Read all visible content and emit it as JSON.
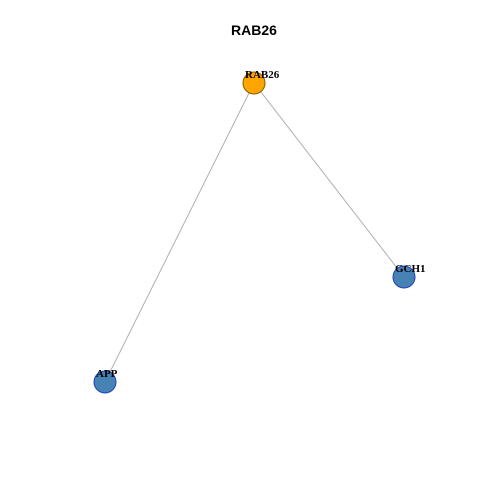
{
  "title": "RAB26",
  "graph": {
    "nodes": [
      {
        "id": "RAB26",
        "label": "RAB26",
        "color": "#FFA500",
        "stroke": "#8B5A00",
        "role": "center"
      },
      {
        "id": "GCH1",
        "label": "GCH1",
        "color": "#4682B4",
        "stroke": "#1E3FC0",
        "role": "neighbor"
      },
      {
        "id": "APP",
        "label": "APP",
        "color": "#4682B4",
        "stroke": "#1E3FC0",
        "role": "neighbor"
      }
    ],
    "edges": [
      {
        "source": "RAB26",
        "target": "GCH1"
      },
      {
        "source": "RAB26",
        "target": "APP"
      }
    ]
  }
}
